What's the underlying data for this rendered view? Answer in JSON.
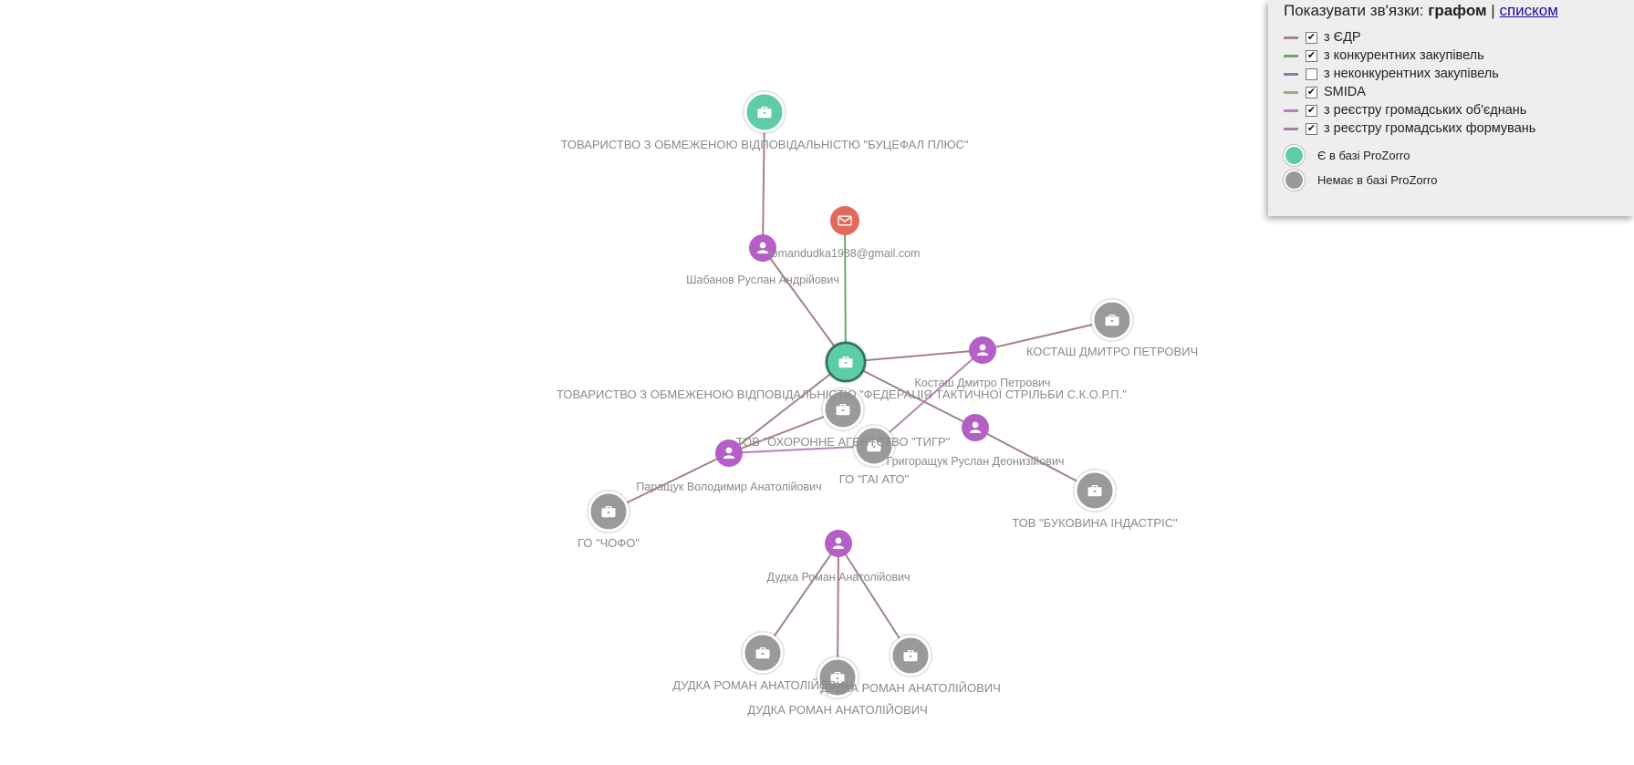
{
  "legend": {
    "title_prefix": "Показувати зв'язки:",
    "mode_active": "графом",
    "separator": "|",
    "mode_link": "списком",
    "relations": [
      {
        "label": "з ЄДР",
        "checked": true,
        "color": "#a48383"
      },
      {
        "label": "з конкурентних закупівель",
        "checked": true,
        "color": "#6aa86a"
      },
      {
        "label": "з неконкурентних закупівель",
        "checked": false,
        "color": "#8080b0"
      },
      {
        "label": "SMIDA",
        "checked": true,
        "color": "#a8a878"
      },
      {
        "label": "з реєстру громадських об'єднань",
        "checked": true,
        "color": "#b483b4"
      },
      {
        "label": "з реєстру громадських формувань",
        "checked": true,
        "color": "#a483a4"
      }
    ],
    "statuses": [
      {
        "label": "Є в базі ProZorro",
        "color": "#5fcca8"
      },
      {
        "label": "Немає в базі ProZorro",
        "color": "#9a9a9a"
      }
    ]
  },
  "colors": {
    "company_in_prozorro": "#5fcca8",
    "company_not_in_prozorro": "#9a9a9a",
    "person": "#b45fc6",
    "email": "#e06b5a"
  },
  "graph": {
    "nodes": [
      {
        "id": "main",
        "type": "company",
        "status": "prozorro",
        "label": "ТОВАРИСТВО З ОБМЕЖЕНОЮ ВІДПОВІДАЛЬНІСТЮ \"ФЕДЕРАЦІЯ ТАКТИЧНОЇ СТРІЛЬБИ С.К.О.Р.П.\"",
        "icon": "briefcase-icon"
      },
      {
        "id": "bucefal",
        "type": "company",
        "status": "prozorro",
        "label": "ТОВАРИСТВО З ОБМЕЖЕНОЮ ВІДПОВІДАЛЬНІСТЮ \"БУЦЕФАЛ ПЛЮС\"",
        "icon": "briefcase-icon"
      },
      {
        "id": "email",
        "type": "email",
        "status": "email",
        "label": "romandudka1988@gmail.com",
        "icon": "envelope-icon"
      },
      {
        "id": "shabanov",
        "type": "person",
        "status": "person",
        "label": "Шабанов Руслан Андрійович",
        "icon": "user-icon"
      },
      {
        "id": "kostash_p",
        "type": "person",
        "status": "person",
        "label": "Косташ Дмитро Петрович",
        "icon": "user-icon"
      },
      {
        "id": "kostash_c",
        "type": "company",
        "status": "none",
        "label": "КОСТАШ ДМИТРО ПЕТРОВИЧ",
        "icon": "briefcase-icon"
      },
      {
        "id": "tigr",
        "type": "company",
        "status": "none",
        "label": "ТОВ \"ОХОРОННЕ АГЕНТСТВО \"ТИГР\"",
        "icon": "briefcase-icon"
      },
      {
        "id": "gai",
        "type": "company",
        "status": "none",
        "label": "ГО \"ГАІ АТО\"",
        "icon": "briefcase-icon"
      },
      {
        "id": "hryhor",
        "type": "person",
        "status": "person",
        "label": "Григоращук Руслан Деонизійович",
        "icon": "user-icon"
      },
      {
        "id": "parash",
        "type": "person",
        "status": "person",
        "label": "Паращук Володимир Анатолійович",
        "icon": "user-icon"
      },
      {
        "id": "chofo",
        "type": "company",
        "status": "none",
        "label": "ГО \"ЧОФО\"",
        "icon": "briefcase-icon"
      },
      {
        "id": "bukovyna",
        "type": "company",
        "status": "none",
        "label": "ТОВ \"БУКОВИНА ІНДАСТРІС\"",
        "icon": "briefcase-icon"
      },
      {
        "id": "dudka_p",
        "type": "person",
        "status": "person",
        "label": "Дудка Роман Анатолійович",
        "icon": "user-icon"
      },
      {
        "id": "dudka_c1",
        "type": "company",
        "status": "none",
        "label": "ДУДКА РОМАН АНАТОЛІЙОВИЧ",
        "icon": "briefcase-icon"
      },
      {
        "id": "dudka_c2",
        "type": "company",
        "status": "none",
        "label": "ДУДКА РОМАН АНАТОЛІЙОВИЧ",
        "icon": "briefcase-icon"
      },
      {
        "id": "dudka_c3",
        "type": "company",
        "status": "none",
        "label": "ДУДКА РОМАН АНАТОЛІЙОВИЧ",
        "icon": "briefcase-icon"
      }
    ],
    "edges": [
      {
        "from": "bucefal",
        "to": "shabanov",
        "relation": "edr"
      },
      {
        "from": "shabanov",
        "to": "main",
        "relation": "edr"
      },
      {
        "from": "email",
        "to": "main",
        "relation": "tenders"
      },
      {
        "from": "main",
        "to": "kostash_p",
        "relation": "edr"
      },
      {
        "from": "kostash_p",
        "to": "kostash_c",
        "relation": "edr"
      },
      {
        "from": "main",
        "to": "hryhor",
        "relation": "edr"
      },
      {
        "from": "hryhor",
        "to": "bukovyna",
        "relation": "edr"
      },
      {
        "from": "main",
        "to": "parash",
        "relation": "edr"
      },
      {
        "from": "parash",
        "to": "tigr",
        "relation": "edr"
      },
      {
        "from": "parash",
        "to": "gai",
        "relation": "public"
      },
      {
        "from": "parash",
        "to": "chofo",
        "relation": "edr"
      },
      {
        "from": "kostash_p",
        "to": "gai",
        "relation": "public"
      },
      {
        "from": "dudka_p",
        "to": "dudka_c1",
        "relation": "edr"
      },
      {
        "from": "dudka_p",
        "to": "dudka_c2",
        "relation": "edr"
      },
      {
        "from": "dudka_p",
        "to": "dudka_c3",
        "relation": "edr"
      }
    ]
  }
}
